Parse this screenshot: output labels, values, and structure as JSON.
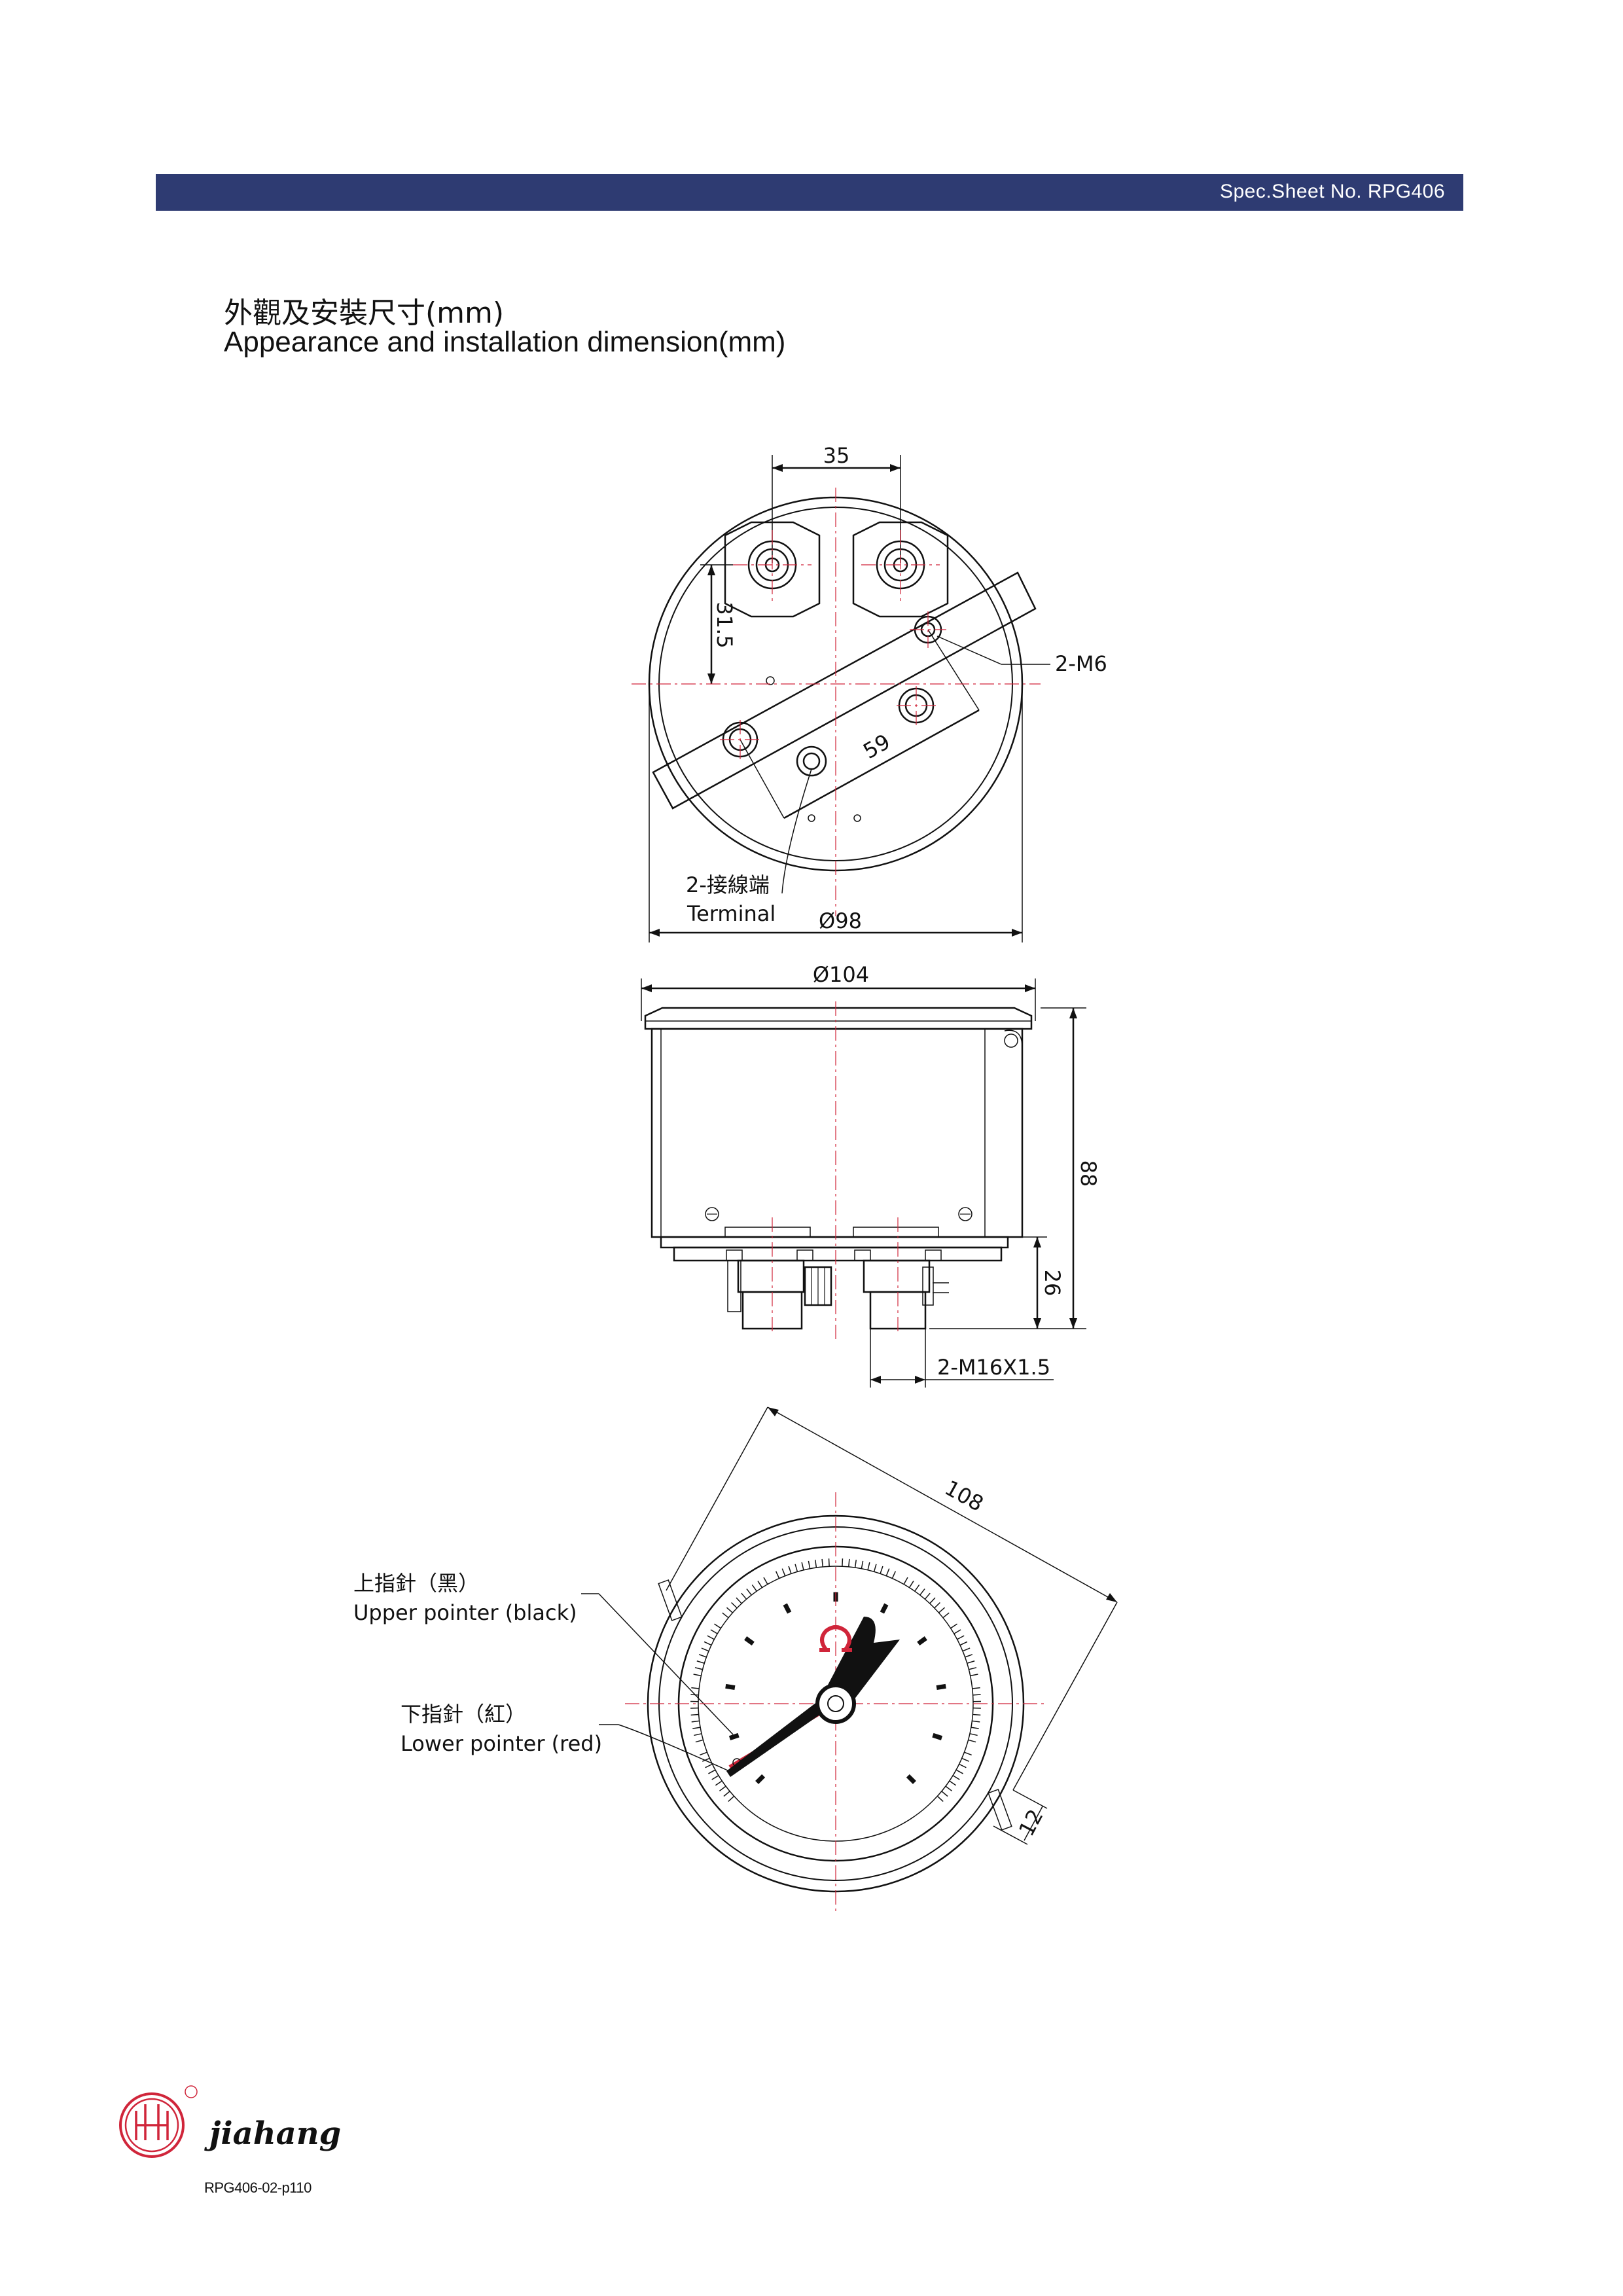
{
  "header": {
    "sheet_no": "Spec.Sheet No. RPG406",
    "color": "#2e3b72"
  },
  "section": {
    "title_zh": "外觀及安裝尺寸(mm)",
    "title_en": "Appearance and installation dimension(mm)"
  },
  "back_view": {
    "dim_top": "35",
    "dim_vertical": "31.5",
    "dim_diagonal": "59",
    "screw_label": "2-M6",
    "terminal_zh": "2-接線端",
    "terminal_en": "Terminal",
    "dim_diameter": "Ø98"
  },
  "side_view": {
    "dim_diameter": "Ø104",
    "dim_height": "88",
    "dim_bottom": "26",
    "thread_label": "2-M16X1.5"
  },
  "front_view": {
    "dim_diagonal": "108",
    "dim_side": "12",
    "upper_pointer_zh": "上指針（黑）",
    "upper_pointer_en": "Upper pointer (black)",
    "lower_pointer_zh": "下指針（紅）",
    "lower_pointer_en": "Lower pointer (red)"
  },
  "footer": {
    "brand": "jiahang",
    "doc_code": "RPG406-02-p110",
    "logo_color": "#d0253a",
    "logo_icon": "jiahang-logo-icon"
  },
  "colors": {
    "centerline": "#d0253a",
    "line": "#111111"
  }
}
